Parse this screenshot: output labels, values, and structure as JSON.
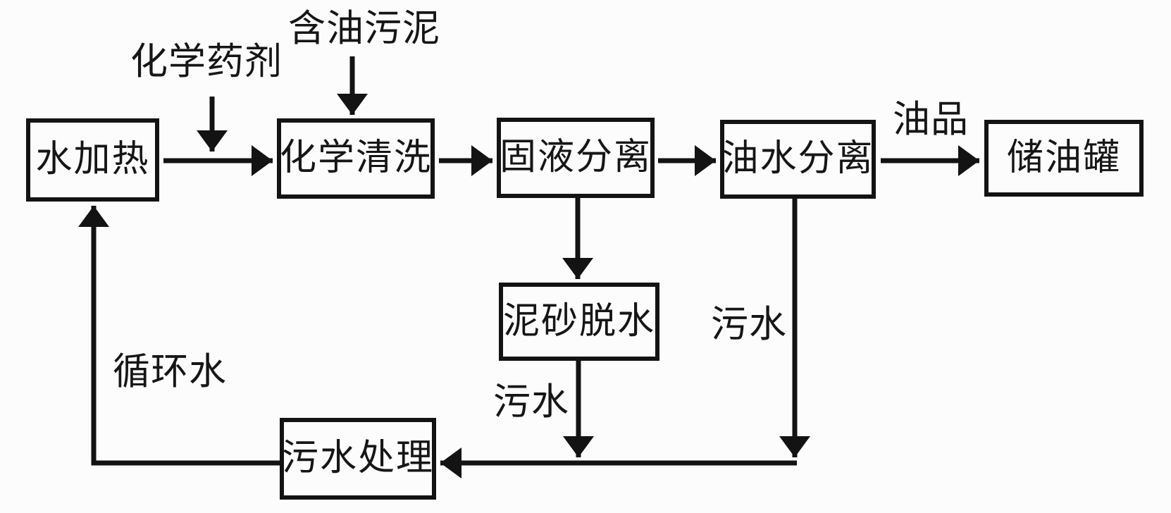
{
  "diagram": {
    "background_color": "#fcfcfc",
    "line_color": "#131313",
    "text_color": "#161616",
    "nodes": {
      "water_heating": "水加热",
      "chemical_cleaning": "化学清洗",
      "solid_liquid_separation": "固液分离",
      "oil_water_separation": "油水分离",
      "oil_storage_tank": "储油罐",
      "sand_dewatering": "泥砂脱水",
      "sewage_treatment": "污水处理"
    },
    "labels": {
      "chemical_agent": "化学药剂",
      "oily_sludge": "含油污泥",
      "oil_product": "油品",
      "sewage_right": "污水",
      "sewage_left": "污水",
      "circulating_water": "循环水"
    }
  }
}
